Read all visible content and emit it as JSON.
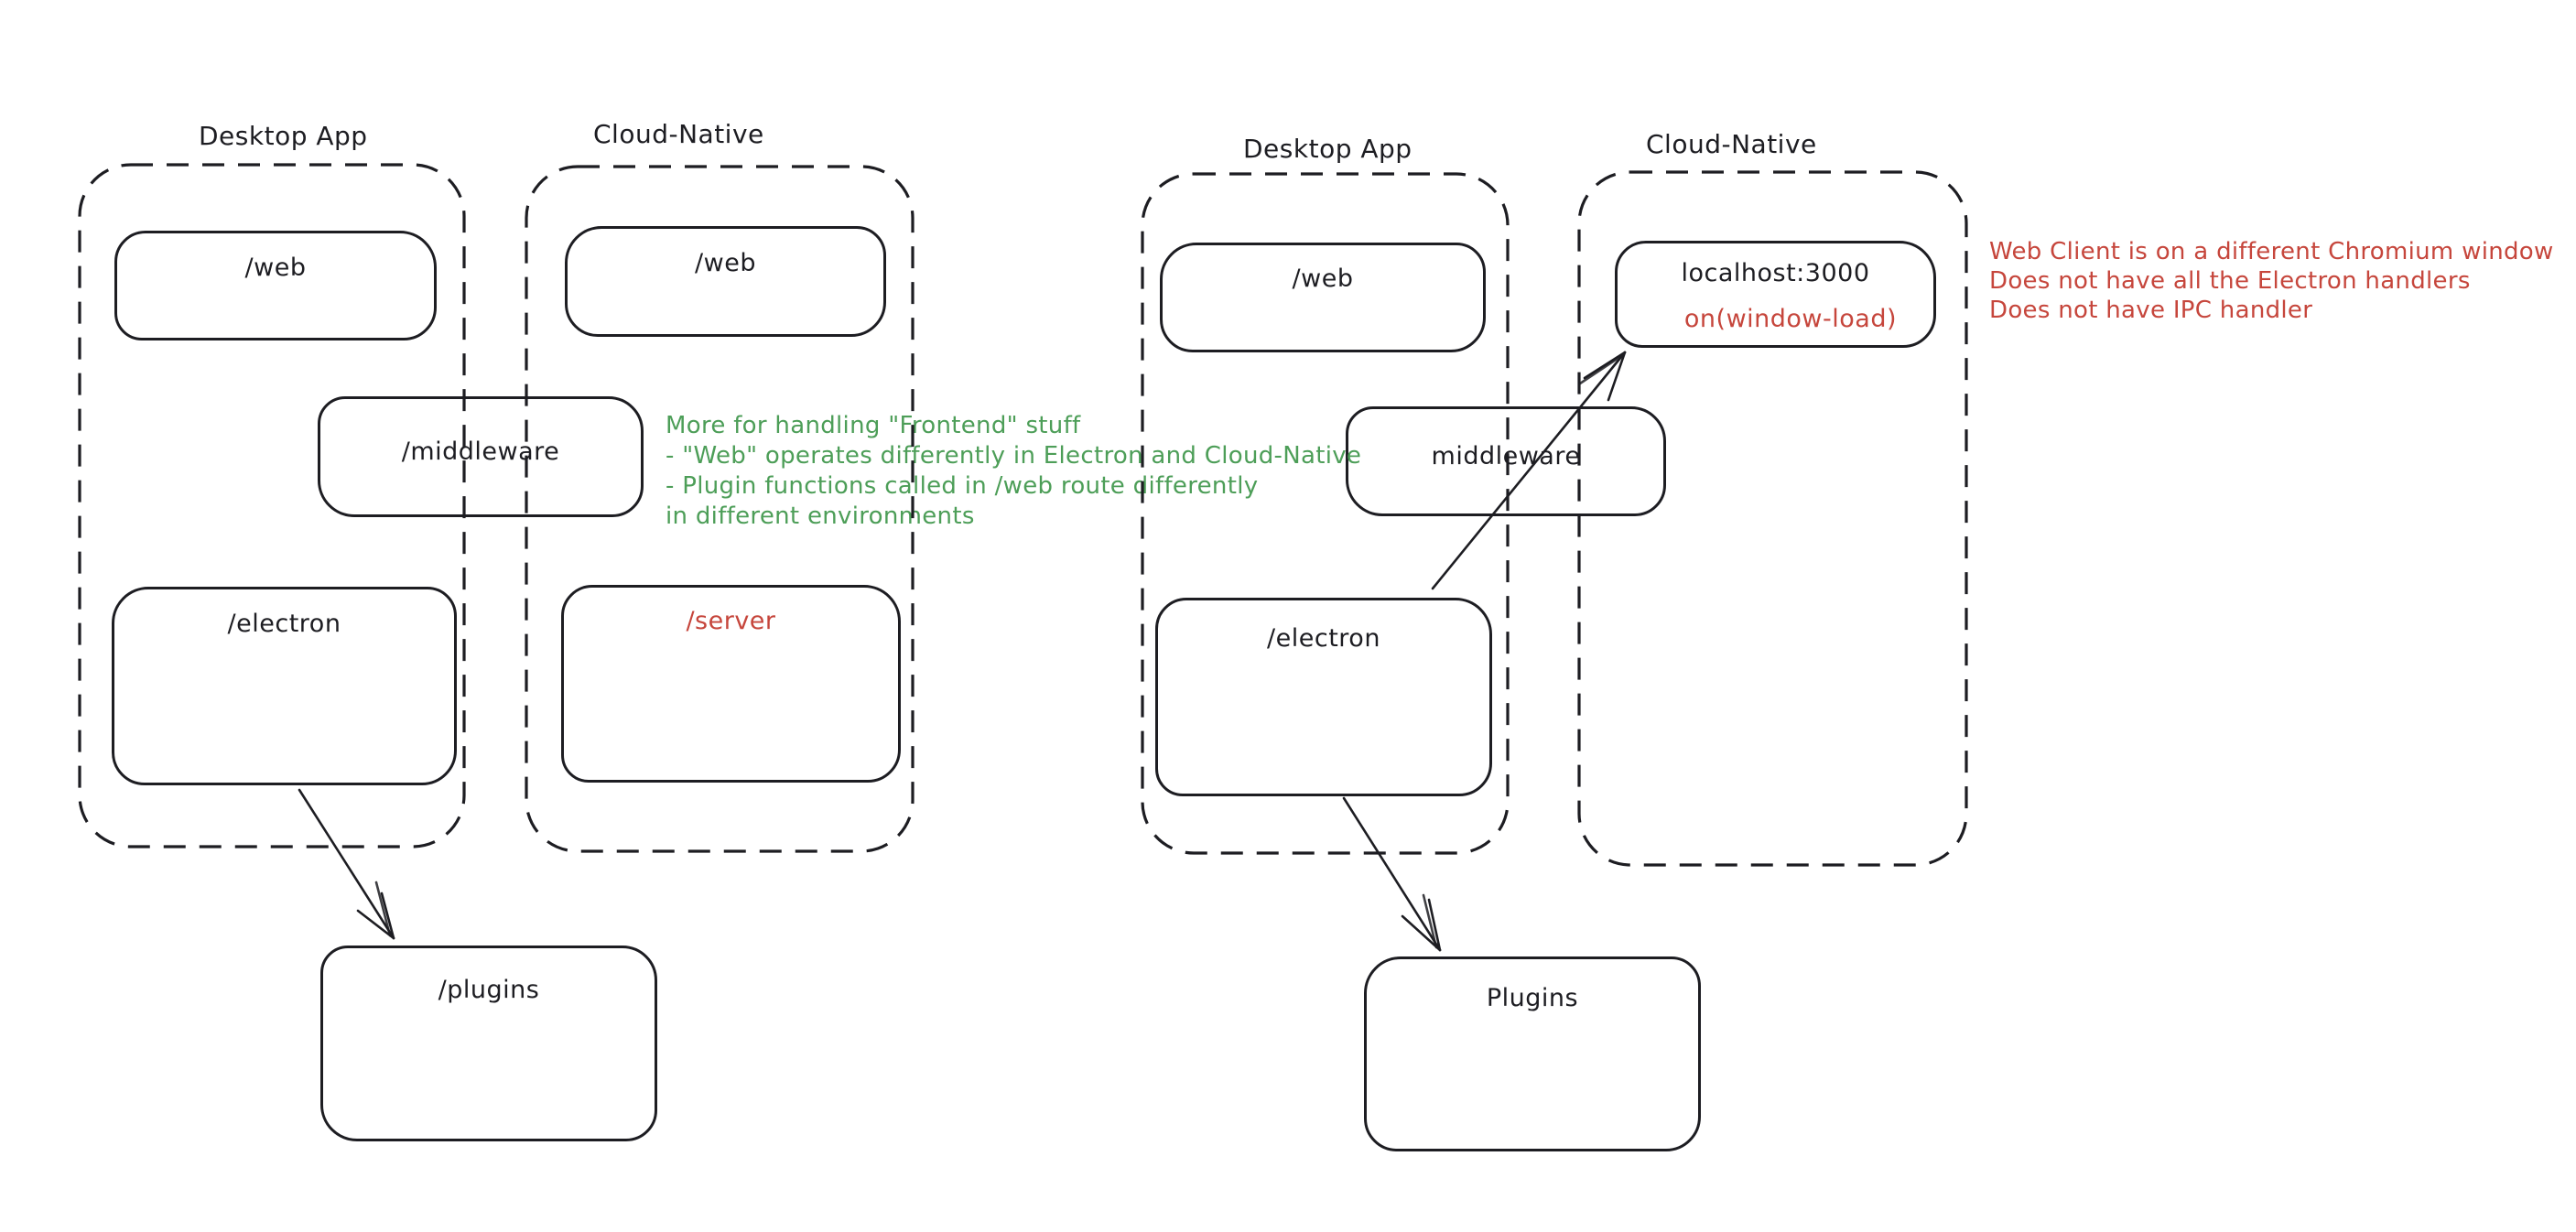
{
  "colors": {
    "ink": "#1d1d22",
    "green": "#4d9e58",
    "red": "#c6463c",
    "background": "#ffffff"
  },
  "left_diagram": {
    "desktop_group_label": "Desktop App",
    "cloud_group_label": "Cloud-Native",
    "web_desktop": "/web",
    "web_cloud": "/web",
    "middleware": "/middleware",
    "electron": "/electron",
    "server": "/server",
    "plugins": "/plugins",
    "note_lines": [
      "More for handling \"Frontend\" stuff",
      "- \"Web\" operates differently in Electron and Cloud-Native",
      "- Plugin functions called in /web route differently",
      "in different environments"
    ]
  },
  "right_diagram": {
    "desktop_group_label": "Desktop App",
    "cloud_group_label": "Cloud-Native",
    "web": "/web",
    "localhost": "localhost:3000",
    "window_load_handler": "on(window-load)",
    "middleware": "middleware",
    "electron": "/electron",
    "plugins": "Plugins",
    "note_lines": [
      "Web Client is on a different Chromium window",
      "Does not have all the Electron handlers",
      "Does not have IPC handler"
    ]
  }
}
